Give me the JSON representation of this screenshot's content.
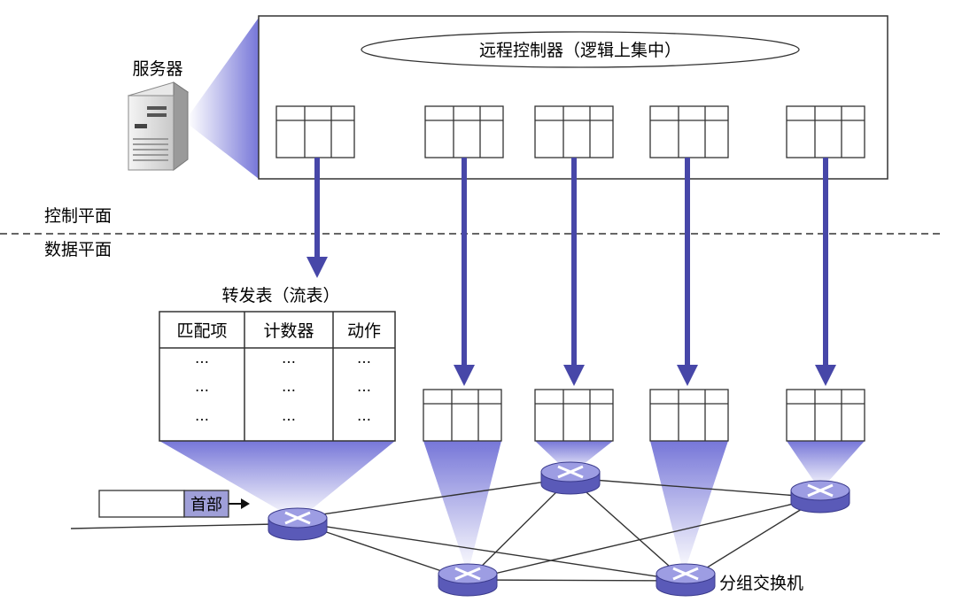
{
  "server_label": "服务器",
  "controller_label": "远程控制器（逻辑上集中）",
  "control_plane_label": "控制平面",
  "data_plane_label": "数据平面",
  "flow_table": {
    "title": "转发表（流表）",
    "headers": [
      "匹配项",
      "计数器",
      "动作"
    ],
    "rows": [
      [
        "…",
        "…",
        "…"
      ],
      [
        "…",
        "…",
        "…"
      ],
      [
        "…",
        "…",
        "…"
      ]
    ]
  },
  "packet_header_label": "首部",
  "switch_label": "分组交换机",
  "colors": {
    "arrow": "#4747a8",
    "router_body": "#6b6bc4",
    "router_top": "#9d9de3",
    "beam": "#8f8fe0",
    "header_fill": "#9f9fd8"
  }
}
